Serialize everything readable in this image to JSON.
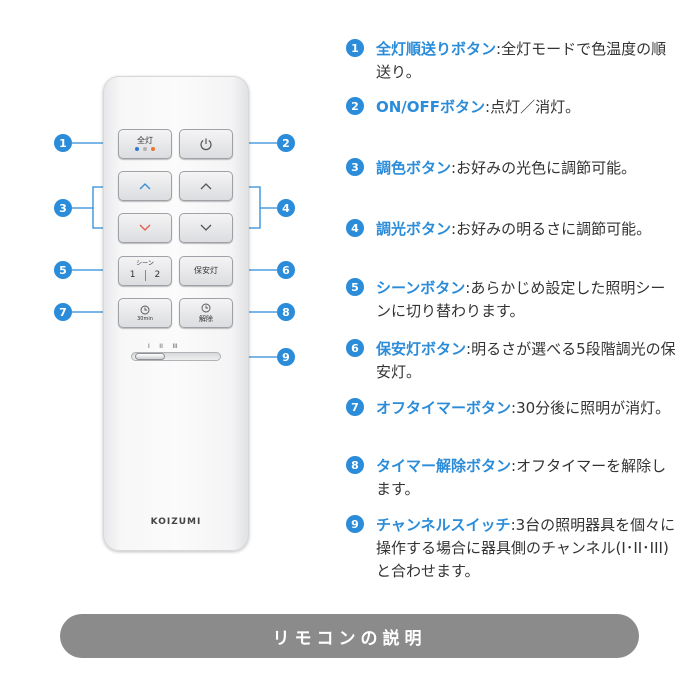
{
  "remote": {
    "buttons": {
      "all_light": "全灯",
      "scene_top": "シーン",
      "scene_1": "1",
      "scene_2": "2",
      "security_light": "保安灯",
      "timer_off_small": "30min",
      "timer_cancel": "解除"
    },
    "channel_marks": "I     II     III",
    "brand": "KOIZUMI",
    "all_light_dot_colors": [
      "#2f78d6",
      "#b0b0b0",
      "#e8772e"
    ],
    "down_arrow_color": "#e05a4a",
    "up_arrow_color": "#2b8cd9"
  },
  "callout_numbers": [
    "1",
    "2",
    "3",
    "4",
    "5",
    "6",
    "7",
    "8",
    "9"
  ],
  "descriptions": [
    {
      "num": "1",
      "name": "全灯順送りボタン",
      "text": ":全灯モードで色温度の順送り。"
    },
    {
      "num": "2",
      "name": "ON/OFFボタン",
      "text": ":点灯／消灯。"
    },
    {
      "num": "3",
      "name": "調色ボタン",
      "text": ":お好みの光色に調節可能。"
    },
    {
      "num": "4",
      "name": "調光ボタン",
      "text": ":お好みの明るさに調節可能。"
    },
    {
      "num": "5",
      "name": "シーンボタン",
      "text": ":あらかじめ設定した照明シーンに切り替わります。"
    },
    {
      "num": "6",
      "name": "保安灯ボタン",
      "text": ":明るさが選べる5段階調光の保安灯。"
    },
    {
      "num": "7",
      "name": "オフタイマーボタン",
      "text": ":30分後に照明が消灯。"
    },
    {
      "num": "8",
      "name": "タイマー解除ボタン",
      "text": ":オフタイマーを解除します。"
    },
    {
      "num": "9",
      "name": "チャンネルスイッチ",
      "text": ":3台の照明器具を個々に操作する場合に器具側のチャンネル(I･II･III)と合わせます。"
    }
  ],
  "footer_title": "リモコンの説明",
  "accent_color": "#2b8cd9"
}
